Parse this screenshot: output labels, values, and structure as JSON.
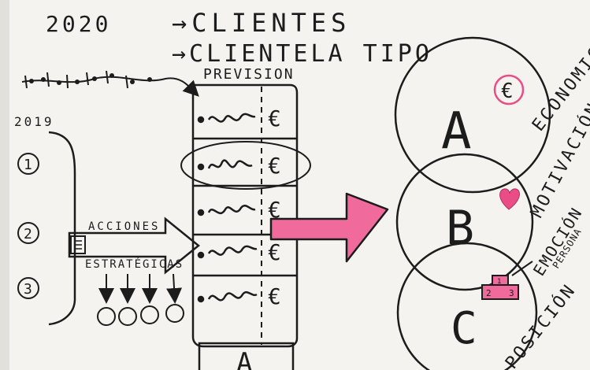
{
  "year_top": "2020",
  "heading_line1": "→CLIENTES",
  "heading_line2": "→CLIENTELA TIPO",
  "prevision_label": "PREVISION",
  "year_left": "2019",
  "steps": [
    "1",
    "2",
    "3"
  ],
  "acciones_label": "ACCIONES",
  "estrategias_label": "ESTRATÉGICAS",
  "euro_symbol": "€",
  "circles": [
    "A",
    "B",
    "C"
  ],
  "bottom_box_label": "A",
  "label_economic": "ECONOMIC",
  "label_motivation": "MOTIVACIÓN",
  "label_emotion": "EMOCIÓN",
  "label_persona": "PERSONA",
  "label_position": "POSICIÓN",
  "podium_numbers": [
    "1",
    "2",
    "3"
  ],
  "colors": {
    "ink": "#1c1c1c",
    "pink": "#ea4d86",
    "pink_fill": "#f06b9b",
    "paper": "#f4f3ef"
  },
  "icons": [
    "heart-icon",
    "podium-icon",
    "euro-icon",
    "arrow-icon"
  ]
}
